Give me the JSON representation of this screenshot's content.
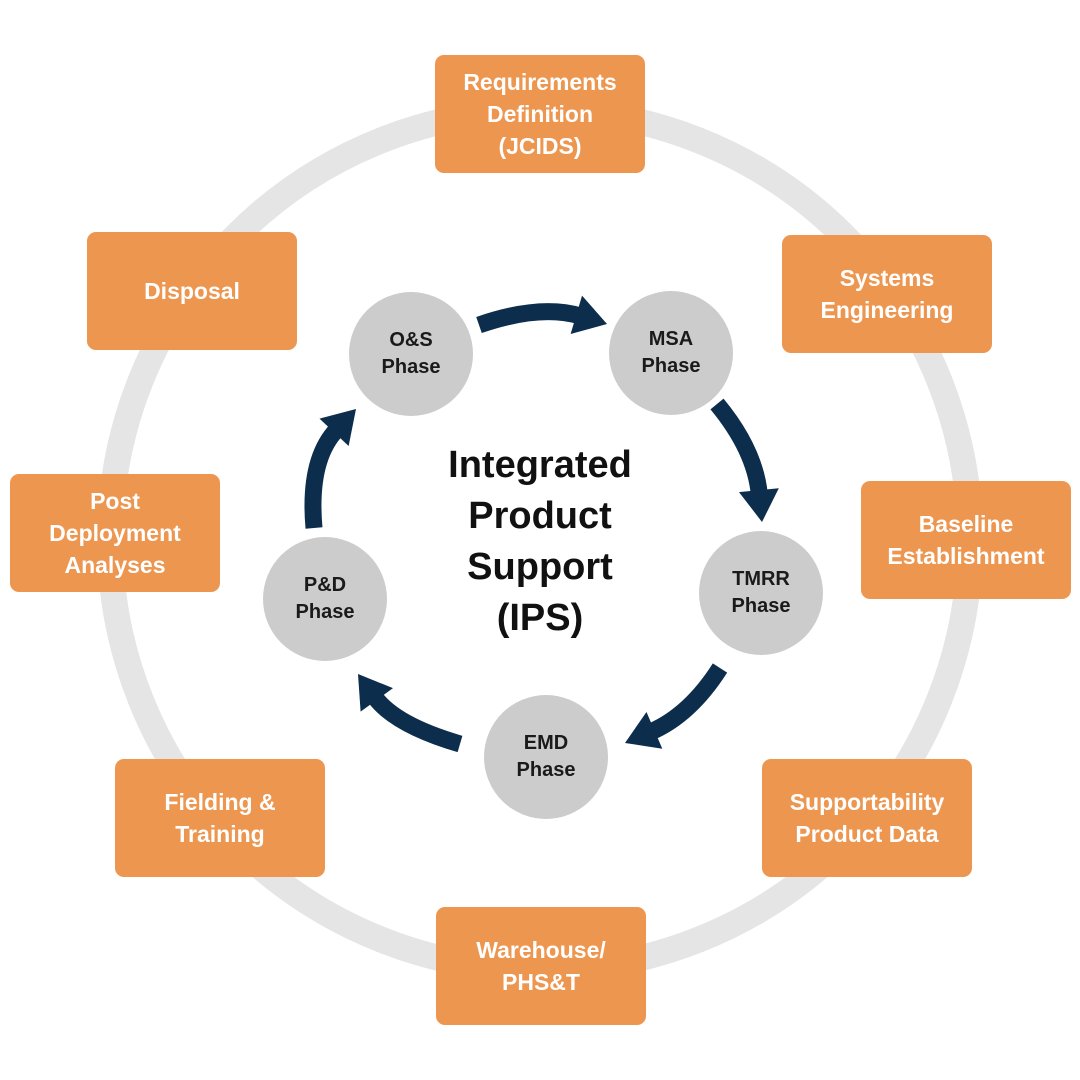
{
  "center_title": "Integrated\nProduct\nSupport\n(IPS)",
  "outer_boxes": [
    {
      "id": "requirements",
      "label": "Requirements\nDefinition\n(JCIDS)"
    },
    {
      "id": "systems-engineering",
      "label": "Systems\nEngineering"
    },
    {
      "id": "baseline",
      "label": "Baseline\nEstablishment"
    },
    {
      "id": "supportability",
      "label": "Supportability\nProduct Data"
    },
    {
      "id": "warehouse",
      "label": "Warehouse/\nPHS&T"
    },
    {
      "id": "fielding",
      "label": "Fielding &\nTraining"
    },
    {
      "id": "post-deployment",
      "label": "Post\nDeployment\nAnalyses"
    },
    {
      "id": "disposal",
      "label": "Disposal"
    }
  ],
  "phases": [
    {
      "id": "msa",
      "label": "MSA\nPhase"
    },
    {
      "id": "tmrr",
      "label": "TMRR\nPhase"
    },
    {
      "id": "emd",
      "label": "EMD\nPhase"
    },
    {
      "id": "pd",
      "label": "P&D\nPhase"
    },
    {
      "id": "os",
      "label": "O&S\nPhase"
    }
  ],
  "colors": {
    "box_fill": "#ED9650",
    "box_text": "#FFFFFF",
    "phase_fill": "#CCCCCC",
    "arrow": "#0D2D4C",
    "outer_ring": "#E5E5E5"
  }
}
